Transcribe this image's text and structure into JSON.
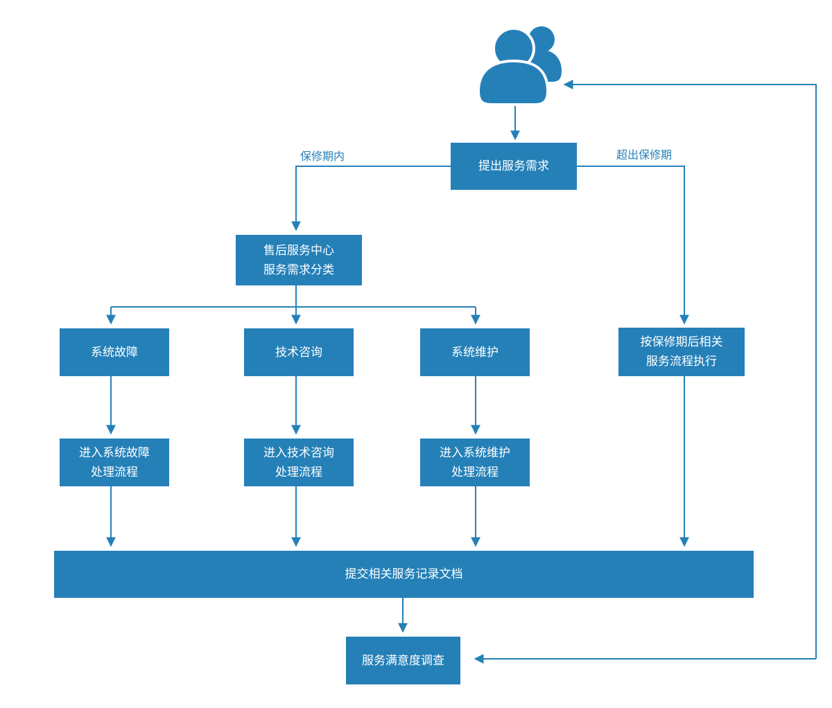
{
  "colors": {
    "accent": "#2580b8",
    "background": "#ffffff"
  },
  "icons": {
    "users": "users-icon"
  },
  "nodes": {
    "request": {
      "lines": [
        "提出服务需求"
      ]
    },
    "center": {
      "lines": [
        "售后服务中心",
        "服务需求分类"
      ]
    },
    "fault": {
      "lines": [
        "系统故障"
      ]
    },
    "consult": {
      "lines": [
        "技术咨询"
      ]
    },
    "maintain": {
      "lines": [
        "系统维护"
      ]
    },
    "warranty_out": {
      "lines": [
        "按保修期后相关",
        "服务流程执行"
      ]
    },
    "fault_proc": {
      "lines": [
        "进入系统故障",
        "处理流程"
      ]
    },
    "consult_proc": {
      "lines": [
        "进入技术咨询",
        "处理流程"
      ]
    },
    "maintain_proc": {
      "lines": [
        "进入系统维护",
        "处理流程"
      ]
    },
    "submit": {
      "lines": [
        "提交相关服务记录文档"
      ]
    },
    "survey": {
      "lines": [
        "服务满意度调查"
      ]
    }
  },
  "edge_labels": {
    "in_warranty": "保修期内",
    "out_warranty": "超出保修期"
  }
}
